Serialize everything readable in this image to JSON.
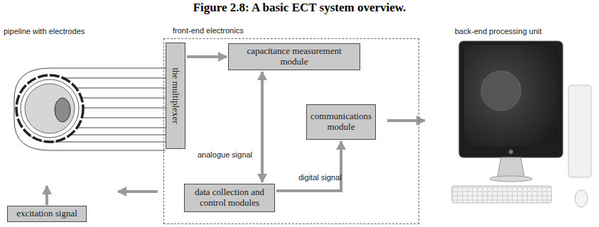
{
  "diagram": {
    "title": "Figure 2.8: A basic ECT system overview.",
    "nodes": [
      {
        "text": [
          "front-end electronics"
        ]
      },
      {
        "text": [
          "the multiplexer"
        ],
        "in": 0
      },
      {
        "text": [
          "capacitance measurement module"
        ],
        "in": 0
      },
      {
        "text": [
          "communications module"
        ],
        "in": 0
      },
      {
        "text": [
          "data collection and control modules"
        ],
        "in": 0
      },
      {
        "text": [
          "excitation signal"
        ]
      }
    ],
    "edges": [
      {
        "from": 1,
        "to": 2,
        "arrow": "to"
      },
      {
        "from": 2,
        "to": 4,
        "arrow": "both"
      },
      {
        "from": 4,
        "to": 3,
        "arrow": "to"
      }
    ],
    "labels": [
      "pipeline with electrodes",
      "back-end processing unit",
      "analogue signal",
      "digital signal"
    ]
  }
}
